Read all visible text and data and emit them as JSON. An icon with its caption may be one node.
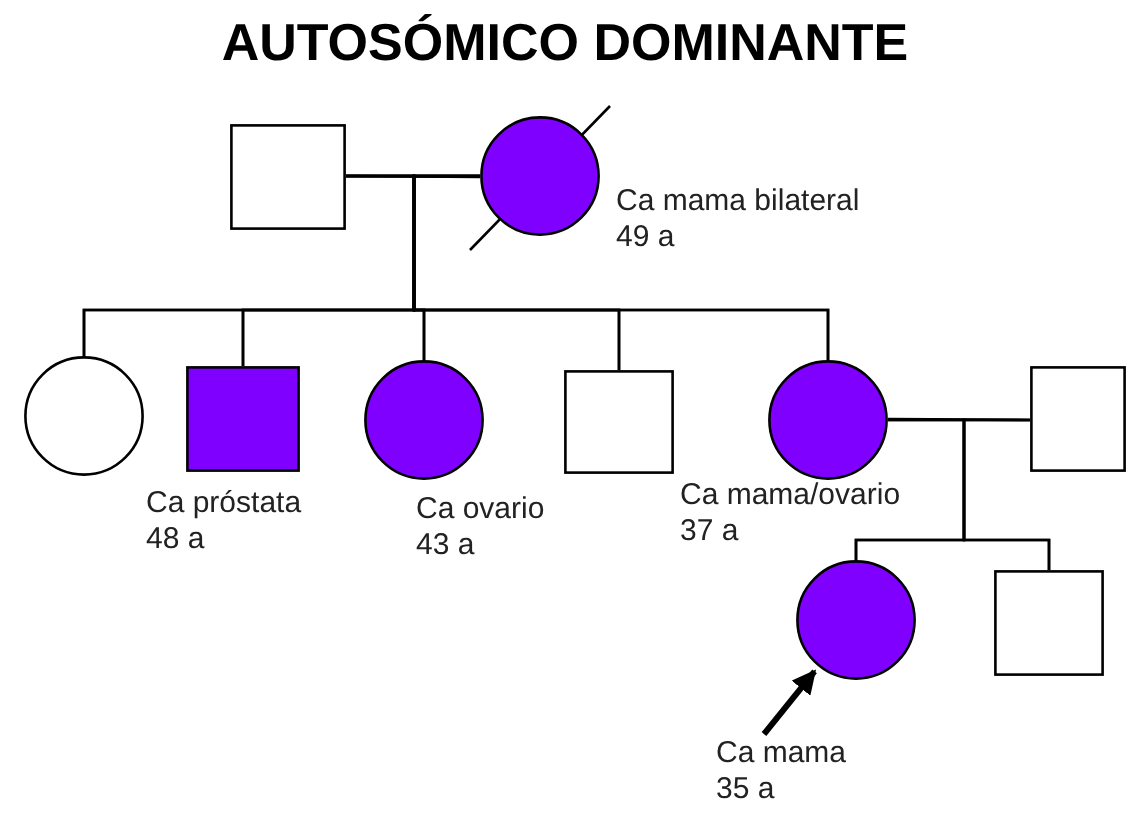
{
  "diagram": {
    "title": "AUTOSÓMICO DOMINANTE",
    "nodes": [
      {
        "text": [],
        "shape": "box"
      },
      {
        "text": [],
        "shape": "filled-crossed-circle",
        "beside": [
          "Ca mama bilateral",
          "49 a"
        ]
      },
      {
        "text": [],
        "shape": "circle"
      },
      {
        "text": [],
        "shape": "filled-box",
        "beside": [
          "Ca próstata",
          "48 a"
        ]
      },
      {
        "text": [],
        "shape": "filled-circle",
        "beside": [
          "Ca ovario",
          "43 a"
        ]
      },
      {
        "text": [],
        "shape": "box"
      },
      {
        "text": [],
        "shape": "filled-circle",
        "beside": [
          "Ca mama/ovario",
          "37 a"
        ]
      },
      {
        "text": [],
        "shape": "box"
      },
      {
        "text": [],
        "shape": "filled-circle",
        "beside": [
          "Ca mama",
          "35 a"
        ]
      },
      {
        "text": [],
        "shape": "box"
      }
    ],
    "edges": [
      {
        "from": 0,
        "to": 1,
        "arrow": "none"
      },
      {
        "from": 0,
        "to": 2,
        "arrow": "none"
      },
      {
        "from": 0,
        "to": 3,
        "arrow": "none"
      },
      {
        "from": 0,
        "to": 4,
        "arrow": "none"
      },
      {
        "from": 0,
        "to": 5,
        "arrow": "none"
      },
      {
        "from": 0,
        "to": 6,
        "arrow": "none"
      },
      {
        "from": 1,
        "to": 2,
        "arrow": "none"
      },
      {
        "from": 1,
        "to": 3,
        "arrow": "none"
      },
      {
        "from": 1,
        "to": 4,
        "arrow": "none"
      },
      {
        "from": 1,
        "to": 5,
        "arrow": "none"
      },
      {
        "from": 1,
        "to": 6,
        "arrow": "none"
      },
      {
        "from": 6,
        "to": 7,
        "arrow": "none"
      },
      {
        "from": 6,
        "to": 8,
        "arrow": "none"
      },
      {
        "from": 6,
        "to": 9,
        "arrow": "none"
      },
      {
        "from": 7,
        "to": 8,
        "arrow": "none"
      },
      {
        "from": 7,
        "to": 9,
        "arrow": "none"
      },
      {
        "from": null,
        "to": 8,
        "arrow": "to",
        "style": "thick"
      }
    ]
  }
}
